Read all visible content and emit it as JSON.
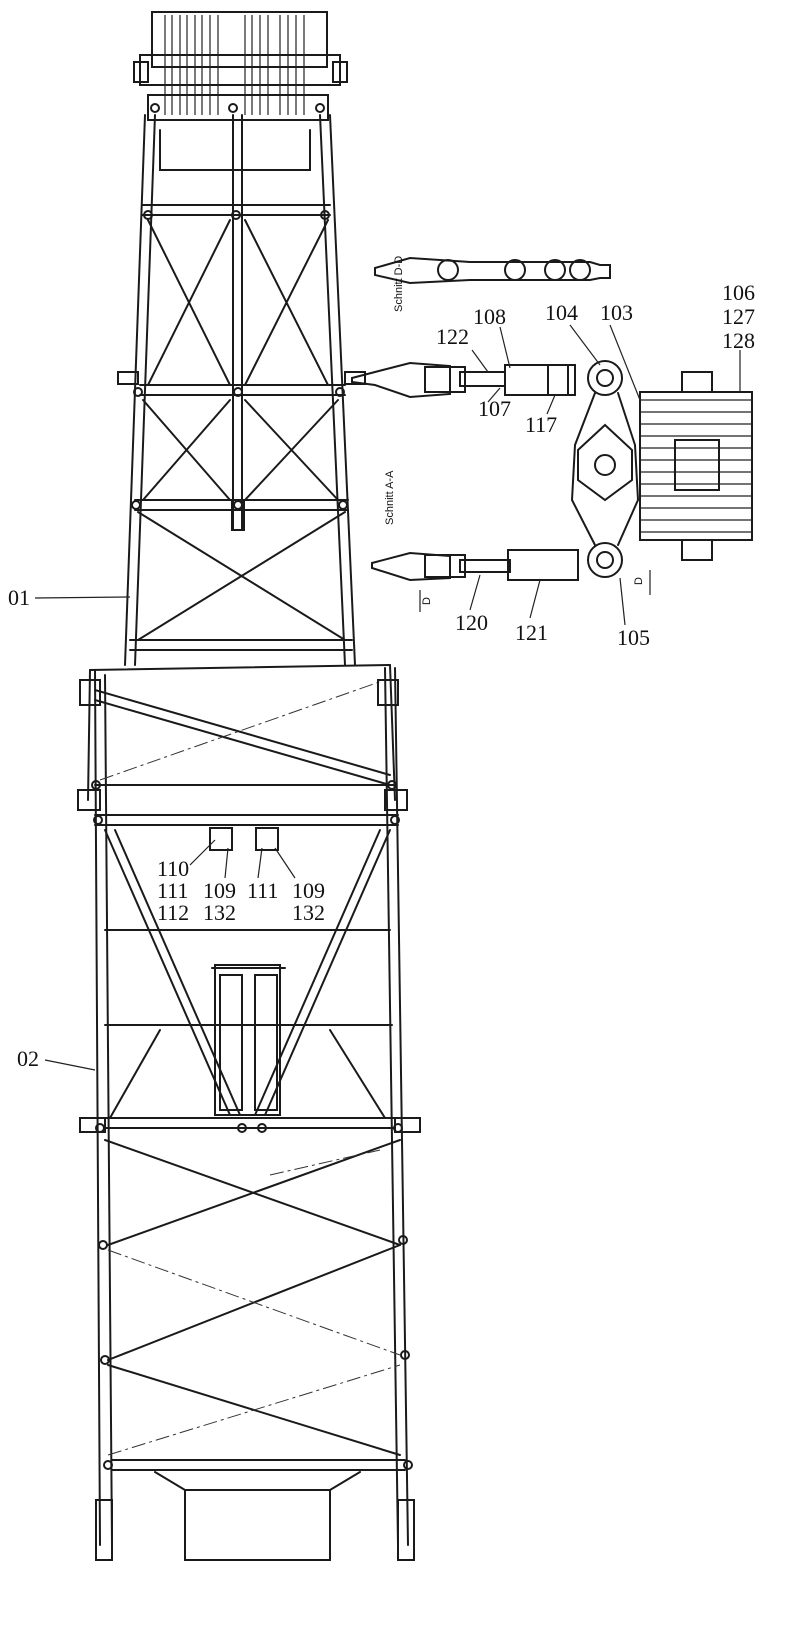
{
  "drawing": {
    "labels": {
      "l01": "01",
      "l02": "02",
      "l103": "103",
      "l104": "104",
      "l105": "105",
      "l106": "106",
      "l107": "107",
      "l108": "108",
      "l117": "117",
      "l120": "120",
      "l121": "121",
      "l122": "122",
      "l127": "127",
      "l128": "128",
      "l110": "110",
      "l111a": "111",
      "l112": "112",
      "l109a": "109",
      "l132a": "132",
      "l111b": "111",
      "l109b": "109",
      "l132b": "132"
    },
    "sections": {
      "dd": "Schnitt D-D",
      "aa": "Schnitt A-A",
      "d_marker": "D",
      "d_marker2": "D"
    }
  }
}
